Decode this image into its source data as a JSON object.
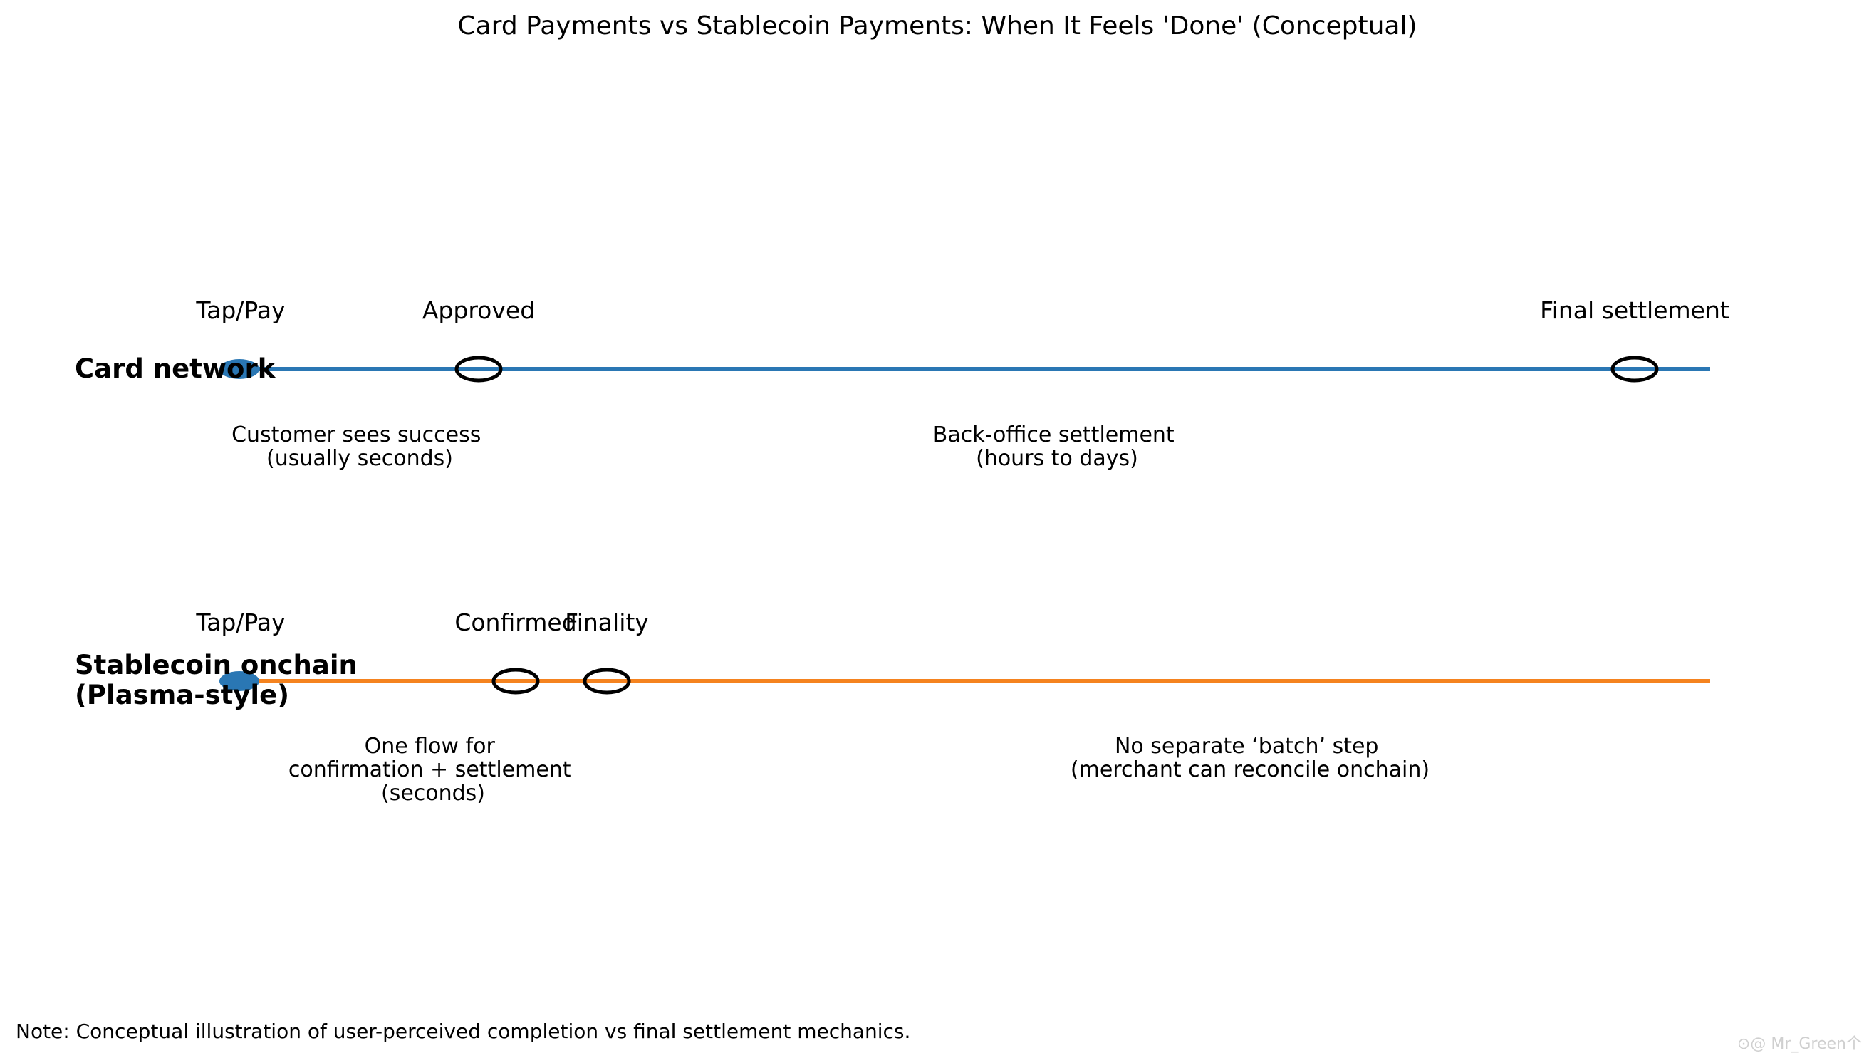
{
  "title": "Card Payments vs Stablecoin Payments: When It Feels 'Done' (Conceptual)",
  "colors": {
    "card_line": "#2a77b4",
    "stable_line": "#f5831f",
    "start_dot": "#2a77b4",
    "milestone_outline": "#000000",
    "text": "#000000"
  },
  "lanes": {
    "card": {
      "label": "Card network",
      "milestones": [
        {
          "label": "Tap/Pay",
          "kind": "start"
        },
        {
          "label": "Approved",
          "kind": "open"
        },
        {
          "label": "Final settlement",
          "kind": "open"
        }
      ],
      "notes": [
        {
          "lines": [
            "Customer sees success",
            "(usually seconds)"
          ]
        },
        {
          "lines": [
            "Back-office settlement",
            "(hours to days)"
          ]
        }
      ]
    },
    "stablecoin": {
      "label_lines": [
        "Stablecoin onchain",
        "(Plasma-style)"
      ],
      "milestones": [
        {
          "label": "Tap/Pay",
          "kind": "start"
        },
        {
          "label": "Confirmed",
          "kind": "open"
        },
        {
          "label": "Finality",
          "kind": "open"
        }
      ],
      "notes": [
        {
          "lines": [
            "One flow for",
            "confirmation + settlement",
            "(seconds)"
          ]
        },
        {
          "lines": [
            "No separate ‘batch’ step",
            "(merchant can reconcile onchain)"
          ]
        }
      ]
    }
  },
  "footnote": "Note: Conceptual illustration of user-perceived completion vs final settlement mechanics.",
  "watermark": "⊙@ Mr_Green个"
}
